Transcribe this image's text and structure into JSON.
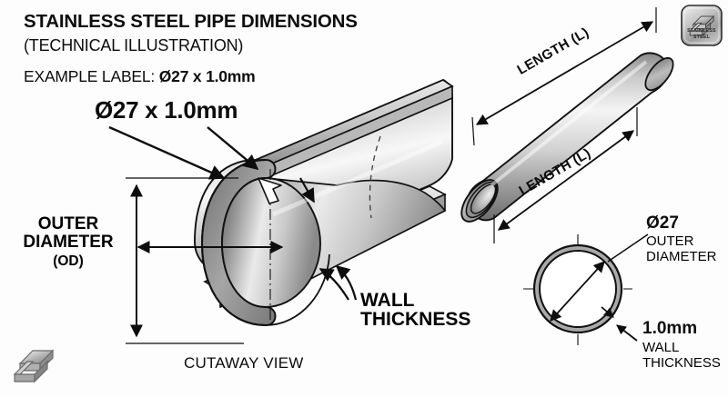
{
  "header": {
    "title": "STAINLESS STEEL PIPE DIMENSIONS",
    "subtitle": "(TECHNICAL ILLUSTRATION)",
    "example_prefix": "EXAMPLE LABEL: ",
    "example_value": "Ø27 x 1.0mm",
    "callout_label": "Ø27 x 1.0mm"
  },
  "logo": {
    "name": "stainless-steel-badge",
    "line1": "STAINLESS",
    "line2": "STEEL",
    "icon": "i-beam-icon"
  },
  "cutaway": {
    "od_line1": "OUTER",
    "od_line2": "DIAMETER",
    "od_line3": "(OD)",
    "wall_line1": "WALL",
    "wall_line2": "THICKNESS",
    "caption": "CUTAWAY VIEW"
  },
  "length_view": {
    "label_top": "LENGTH (L)",
    "label_bottom": "LENGTH (L)"
  },
  "cross_section": {
    "diameter_value": "Ø27",
    "diameter_line1": "OUTER",
    "diameter_line2": "DIAMETER",
    "wall_value": "1.0mm",
    "wall_line1": "WALL",
    "wall_line2": "THICKNESS"
  },
  "footer_icon": {
    "name": "i-beam-icon"
  },
  "colors": {
    "background": "#fdfdfd",
    "ink": "#0d0d0d",
    "steel_light": "#f2f2f2",
    "steel_mid": "#b4b4b4",
    "steel_dark": "#6e6e6e",
    "wall_fill": "#a9a9a9"
  }
}
